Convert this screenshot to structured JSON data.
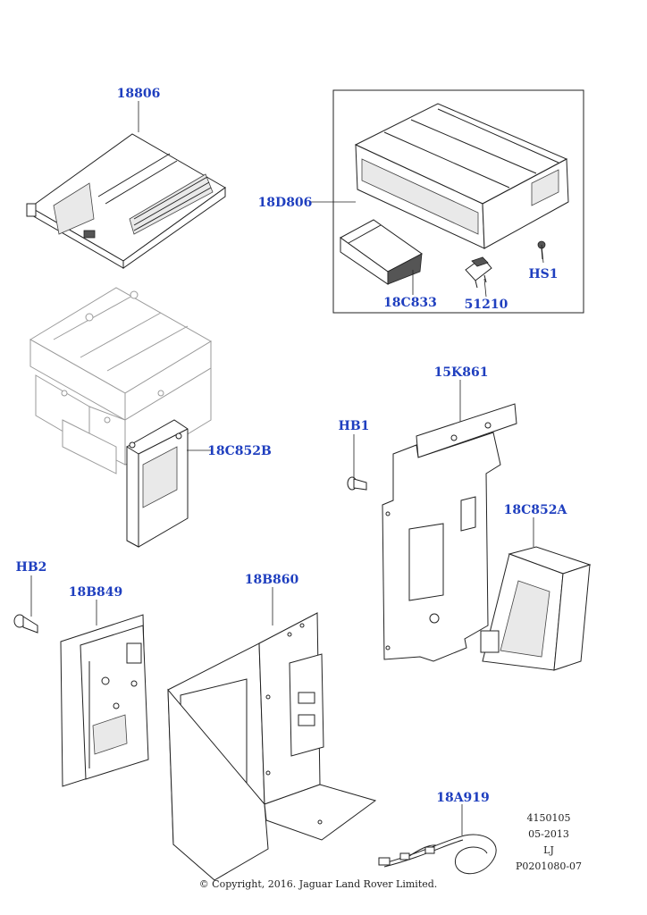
{
  "labels": {
    "p18806": "18806",
    "p18D806": "18D806",
    "pHS1": "HS1",
    "p18C833": "18C833",
    "p51210": "51210",
    "p18C852B": "18C852B",
    "p15K861": "15K861",
    "pHB1": "HB1",
    "p18C852A": "18C852A",
    "pHB2": "HB2",
    "p18B849": "18B849",
    "p18B860": "18B860",
    "p18A919": "18A919"
  },
  "info": {
    "code": "4150105",
    "date": "05-2013",
    "initials": "LJ",
    "ref": "P0201080-07"
  },
  "copyright": "© Copyright, 2016. Jaguar Land Rover Limited.",
  "colors": {
    "label": "#1f3fbf",
    "line": "#222222",
    "ghost": "#9a9a9a"
  }
}
